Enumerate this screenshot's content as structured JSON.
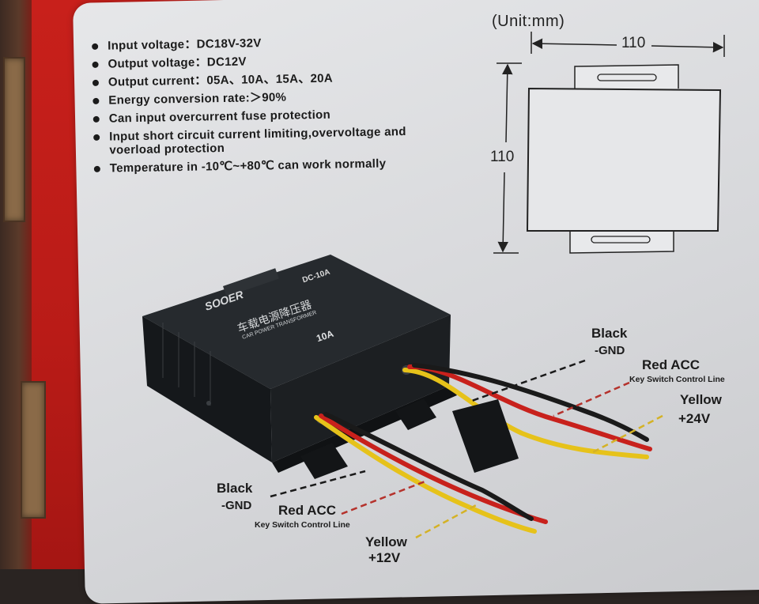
{
  "specs": [
    "Input voltage：DC18V-32V",
    "Output voltage：DC12V",
    "Output current：05A、10A、15A、20A",
    "Energy conversion rate:＞90%",
    "Can input overcurrent fuse protection",
    "Input short circuit current limiting,overvoltage and voerload protection",
    "Temperature in -10℃~+80℃ can work normally"
  ],
  "dimensions": {
    "unit": "(Unit:mm)",
    "width": "110",
    "height": "110"
  },
  "device": {
    "model": "DC-10A",
    "brand": "SOOER",
    "chinese_title": "车载电源降压器",
    "english_title": "CAR POWER TRANSFORMER",
    "rating": "10A"
  },
  "wires_right": {
    "black": "Black",
    "black_sub": "-GND",
    "red": "Red ACC",
    "red_sub": "Key Switch Control Line",
    "yellow": "Yellow",
    "yellow_sub": "+24V"
  },
  "wires_left": {
    "black": "Black",
    "black_sub": "-GND",
    "red": "Red ACC",
    "red_sub": "Key Switch Control Line",
    "yellow": "Yellow",
    "yellow_sub": "+12V"
  },
  "colors": {
    "box_red": "#c8201b",
    "panel": "#dedfe1",
    "device": "#1e2124",
    "wire_red": "#c8211c",
    "wire_yellow": "#e6c21a",
    "wire_black": "#1a1a1a"
  }
}
